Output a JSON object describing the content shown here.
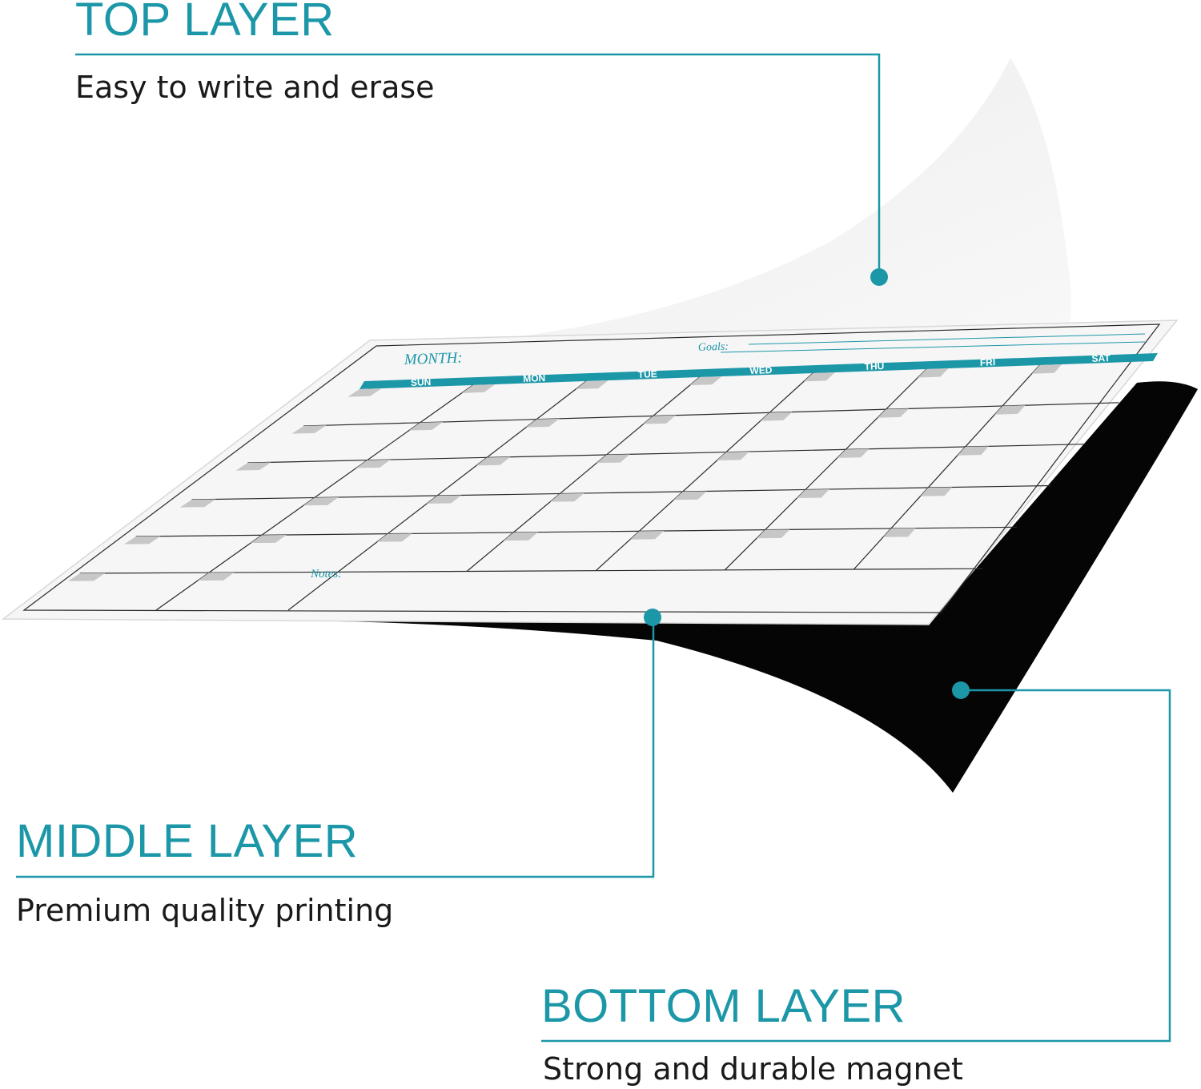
{
  "colors": {
    "accent": "#1c97a8",
    "magnet": "#050505",
    "sheet": "#f6f6f6",
    "grid": "#2a2a2a",
    "corner_tab": "#c7c7c7"
  },
  "top_layer": {
    "title": "TOP LAYER",
    "subtitle": "Easy to write and erase"
  },
  "middle_layer": {
    "title": "MIDDLE LAYER",
    "subtitle": "Premium quality printing"
  },
  "bottom_layer": {
    "title": "BOTTOM LAYER",
    "subtitle": "Strong and durable magnet"
  },
  "calendar": {
    "month_label": "MONTH:",
    "goals_label": "Goals:",
    "notes_label": "Notes:",
    "days": [
      "SUN",
      "MON",
      "TUE",
      "WED",
      "THU",
      "FRI",
      "SAT"
    ]
  }
}
